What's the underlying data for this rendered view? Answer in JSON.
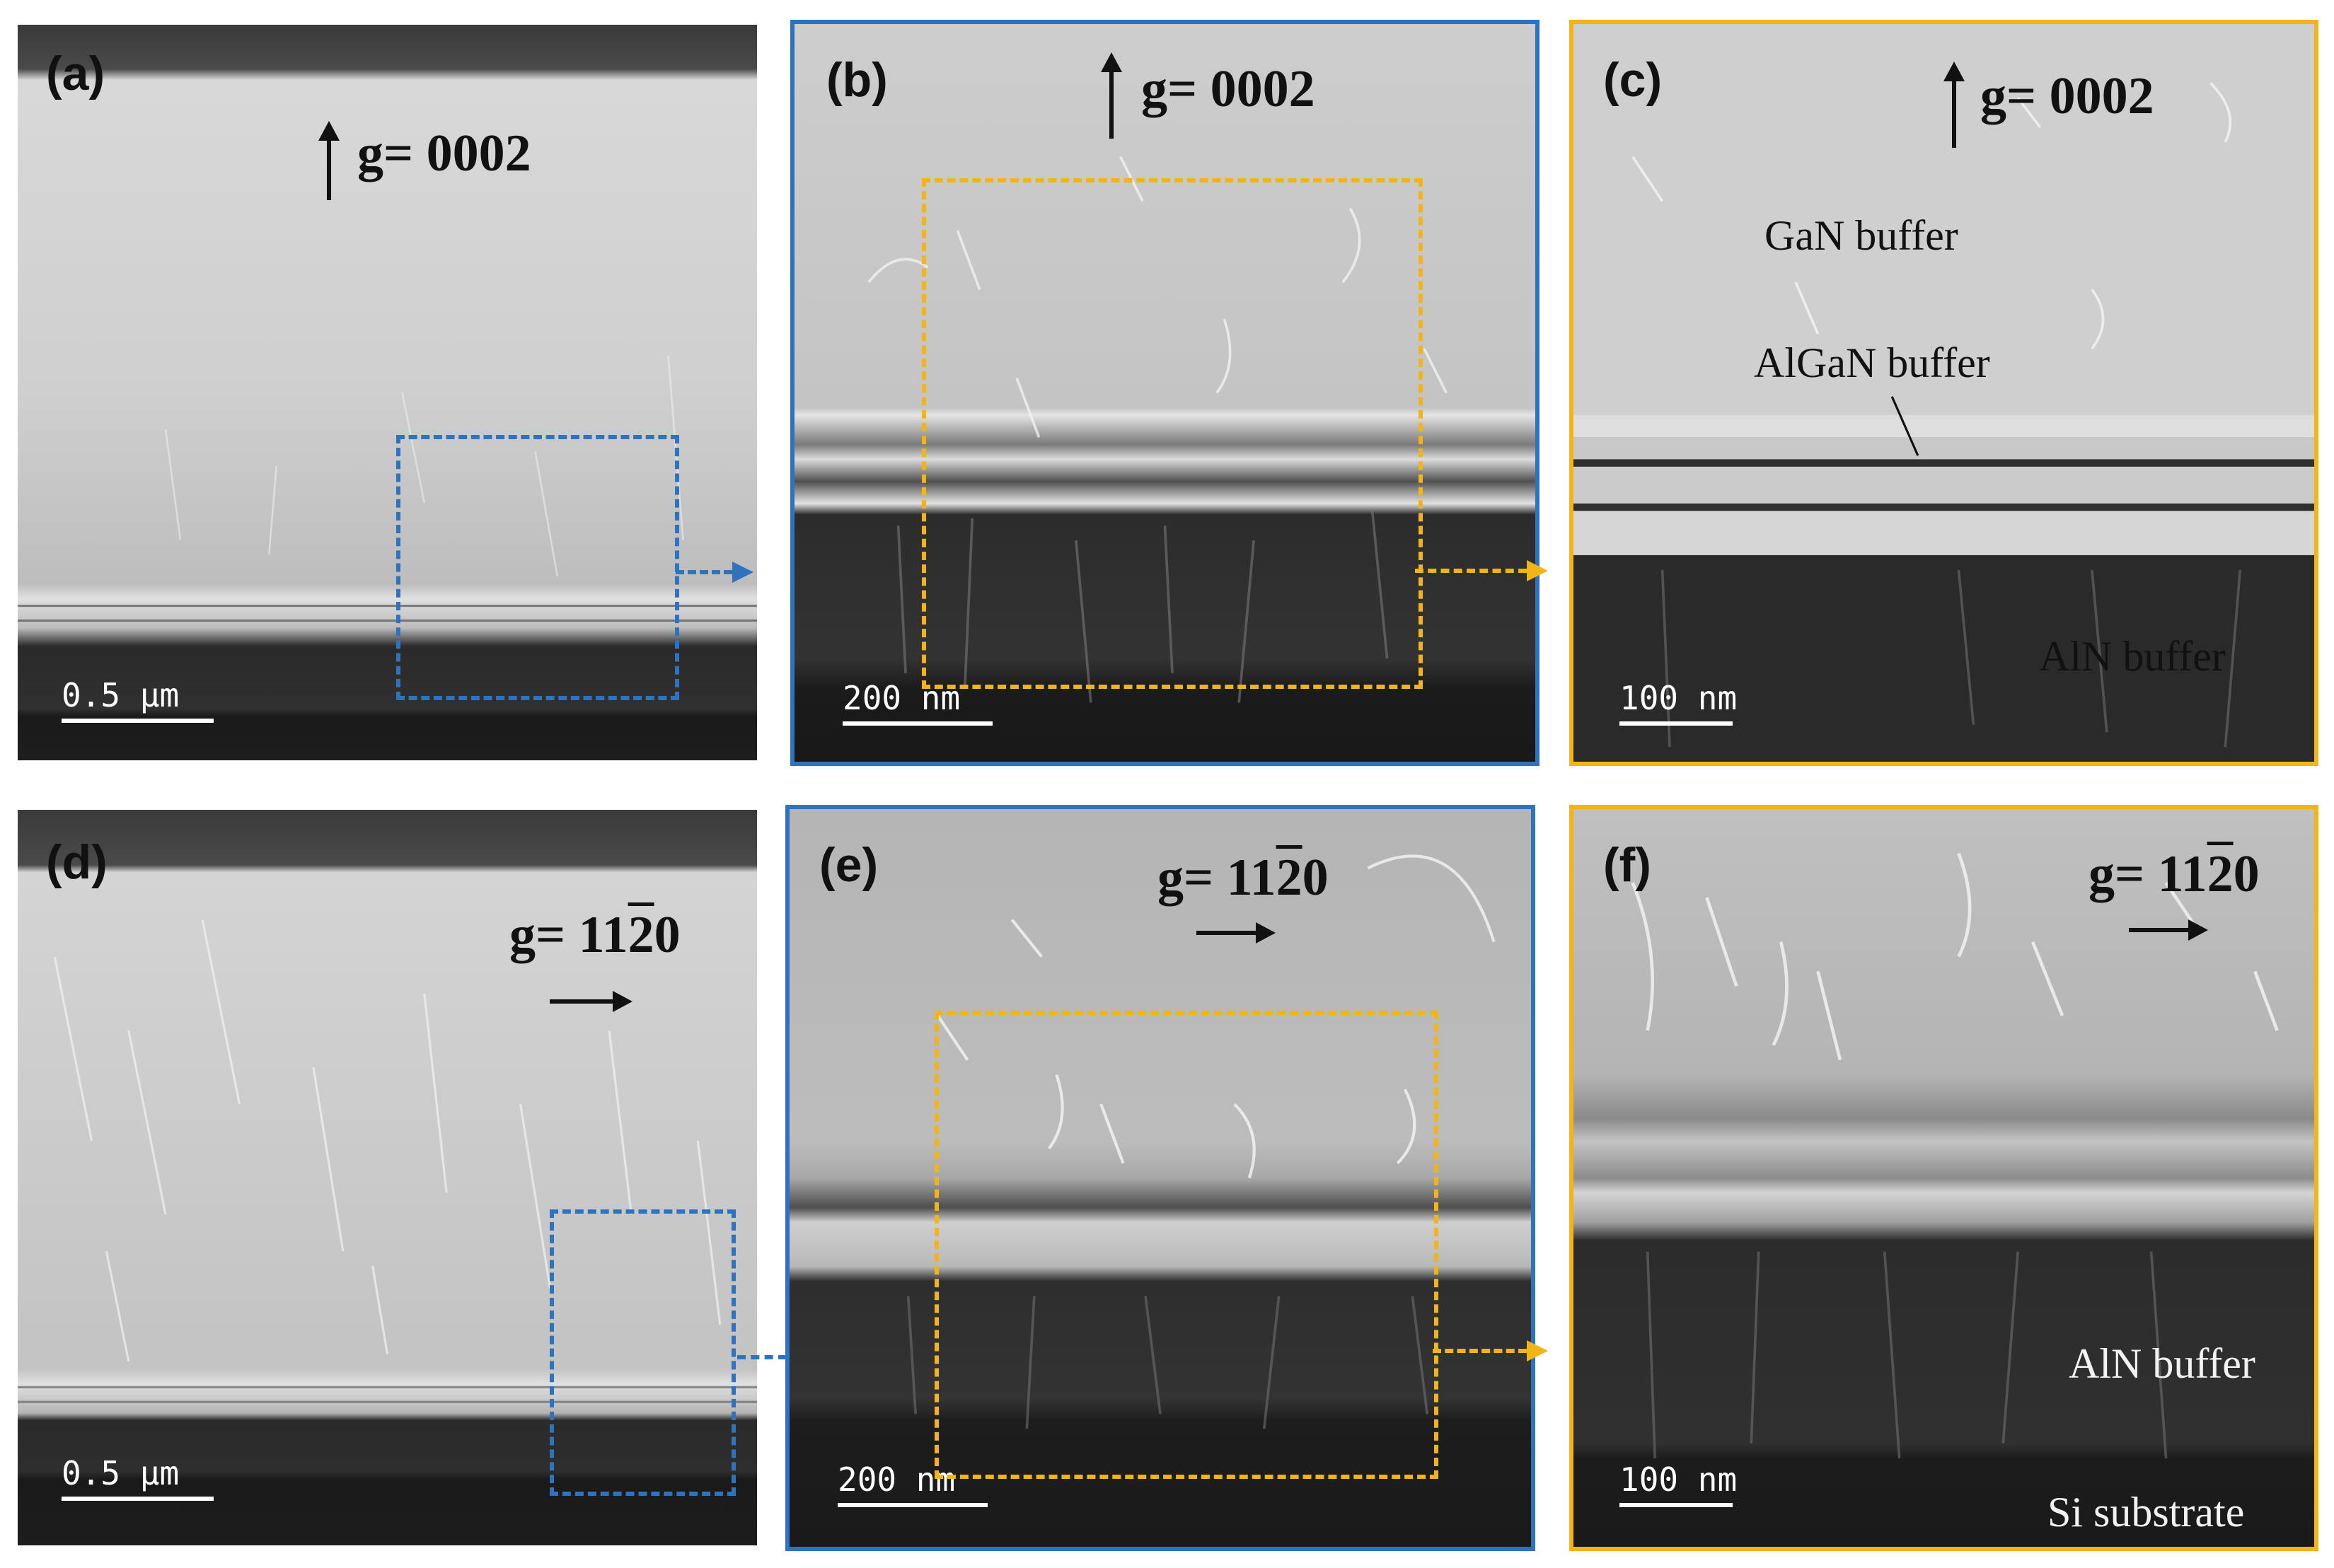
{
  "figure": {
    "panels": [
      {
        "label": "(a)",
        "g": "g= 0002",
        "scale_bar": "0.5 μm",
        "direction": "up"
      },
      {
        "label": "(b)",
        "g": "g= 0002",
        "scale_bar": "200 nm",
        "direction": "up"
      },
      {
        "label": "(c)",
        "g": "g= 0002",
        "scale_bar": "100 nm",
        "direction": "up",
        "layers": [
          "GaN buffer",
          "AlGaN buffer",
          "AlN buffer"
        ]
      },
      {
        "label": "(d)",
        "g_prefix": "g= 11",
        "g_bar": "2",
        "g_suffix": "0",
        "scale_bar": "0.5 μm",
        "direction": "right"
      },
      {
        "label": "(e)",
        "g_prefix": "g= 11",
        "g_bar": "2",
        "g_suffix": "0",
        "scale_bar": "200 nm",
        "direction": "right"
      },
      {
        "label": "(f)",
        "g_prefix": "g= 11",
        "g_bar": "2",
        "g_suffix": "0",
        "scale_bar": "100 nm",
        "direction": "right",
        "layers": [
          "AlN buffer",
          "Si substrate"
        ]
      }
    ],
    "colors": {
      "zoom_box_1": "#2f73bf",
      "zoom_box_2": "#f2b416"
    }
  }
}
